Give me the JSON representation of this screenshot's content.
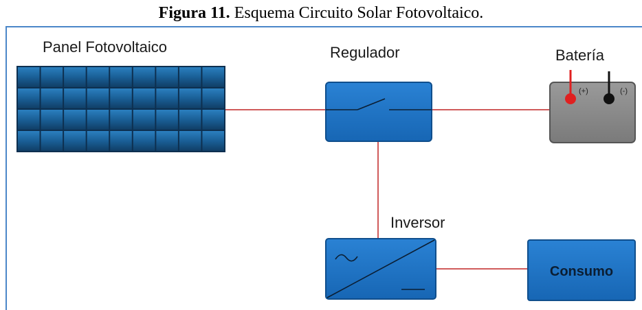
{
  "caption": {
    "bold": "Figura 11.",
    "text": " Esquema Circuito Solar Fotovoltaico."
  },
  "components": {
    "panel": "Panel Fotovoltaico",
    "regulator": "Regulador",
    "battery": "Batería",
    "battery_pos": "(+)",
    "battery_neg": "(-)",
    "inverter": "Inversor",
    "load": "Consumo"
  },
  "colors": {
    "frame": "#4a86c8",
    "component_blue": "#1f72c4",
    "panel_cell": "#1a5f96",
    "wire": "#d05a5a",
    "battery_body": "#858585",
    "positive_terminal": "#e02020",
    "negative_terminal": "#111111"
  }
}
